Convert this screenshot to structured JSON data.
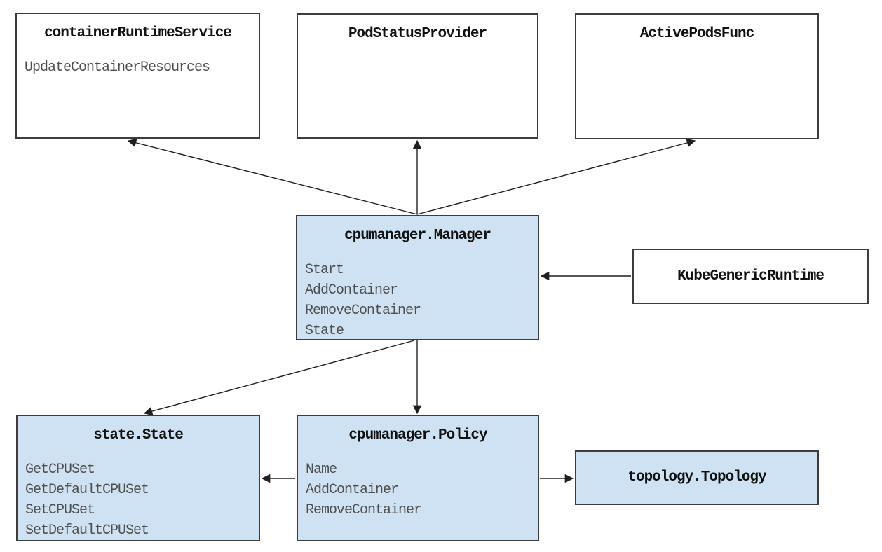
{
  "diagram": {
    "colors": {
      "highlight_box_fill": "#cfe2f3",
      "plain_box_fill": "#ffffff",
      "box_border": "#3d3d3d",
      "title_text": "#111111",
      "method_text": "#4f4f4f",
      "arrow": "#1f1f1f"
    },
    "boxes": {
      "container_runtime_service": {
        "title": "containerRuntimeService",
        "methods": [
          "UpdateContainerResources"
        ]
      },
      "pod_status_provider": {
        "title": "PodStatusProvider",
        "methods": []
      },
      "active_pods_func": {
        "title": "ActivePodsFunc",
        "methods": []
      },
      "cpumanager_manager": {
        "title": "cpumanager.Manager",
        "methods": [
          "Start",
          "AddContainer",
          "RemoveContainer",
          "State"
        ]
      },
      "kube_generic_runtime": {
        "title": "KubeGenericRuntime",
        "methods": []
      },
      "state_state": {
        "title": "state.State",
        "methods": [
          "GetCPUSet",
          "GetDefaultCPUSet",
          "SetCPUSet",
          "SetDefaultCPUSet"
        ]
      },
      "cpumanager_policy": {
        "title": "cpumanager.Policy",
        "methods": [
          "Name",
          "AddContainer",
          "RemoveContainer"
        ]
      },
      "topology_topology": {
        "title": "topology.Topology",
        "methods": []
      }
    },
    "edges": [
      {
        "from": "cpumanager.Manager",
        "to": "containerRuntimeService"
      },
      {
        "from": "cpumanager.Manager",
        "to": "PodStatusProvider"
      },
      {
        "from": "cpumanager.Manager",
        "to": "ActivePodsFunc"
      },
      {
        "from": "KubeGenericRuntime",
        "to": "cpumanager.Manager"
      },
      {
        "from": "cpumanager.Manager",
        "to": "state.State"
      },
      {
        "from": "cpumanager.Manager",
        "to": "cpumanager.Policy"
      },
      {
        "from": "cpumanager.Policy",
        "to": "state.State"
      },
      {
        "from": "cpumanager.Policy",
        "to": "topology.Topology"
      }
    ]
  }
}
